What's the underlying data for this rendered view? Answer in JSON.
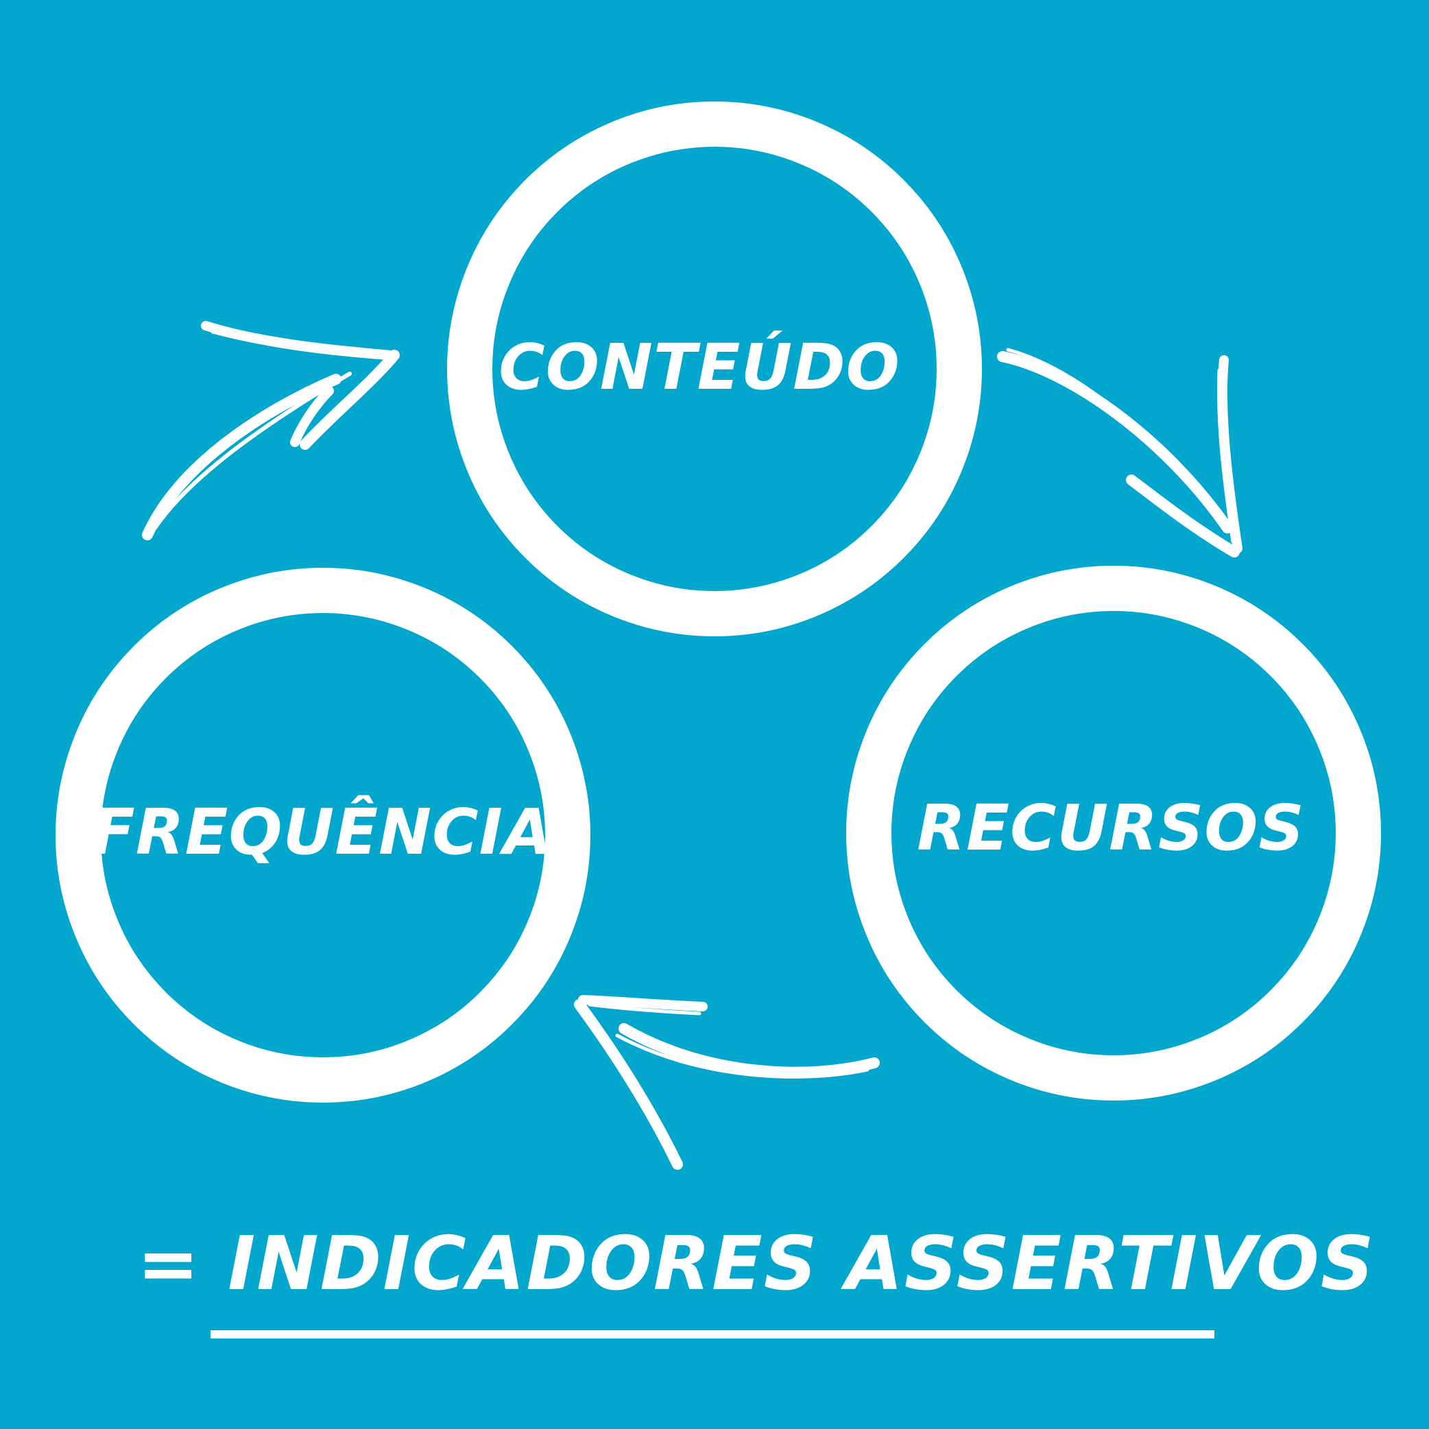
{
  "colors": {
    "background": "#03a6cc",
    "foreground": "#ffffff"
  },
  "nodes": [
    {
      "id": "conteudo",
      "label": "CONTEÚDO"
    },
    {
      "id": "recursos",
      "label": "RECURSOS"
    },
    {
      "id": "frequencia",
      "label": "FREQUÊNCIA"
    }
  ],
  "edges": [
    {
      "from": "conteudo",
      "to": "recursos"
    },
    {
      "from": "recursos",
      "to": "frequencia"
    },
    {
      "from": "frequencia",
      "to": "conteudo"
    }
  ],
  "footer": {
    "text": "= INDICADORES ASSERTIVOS"
  }
}
